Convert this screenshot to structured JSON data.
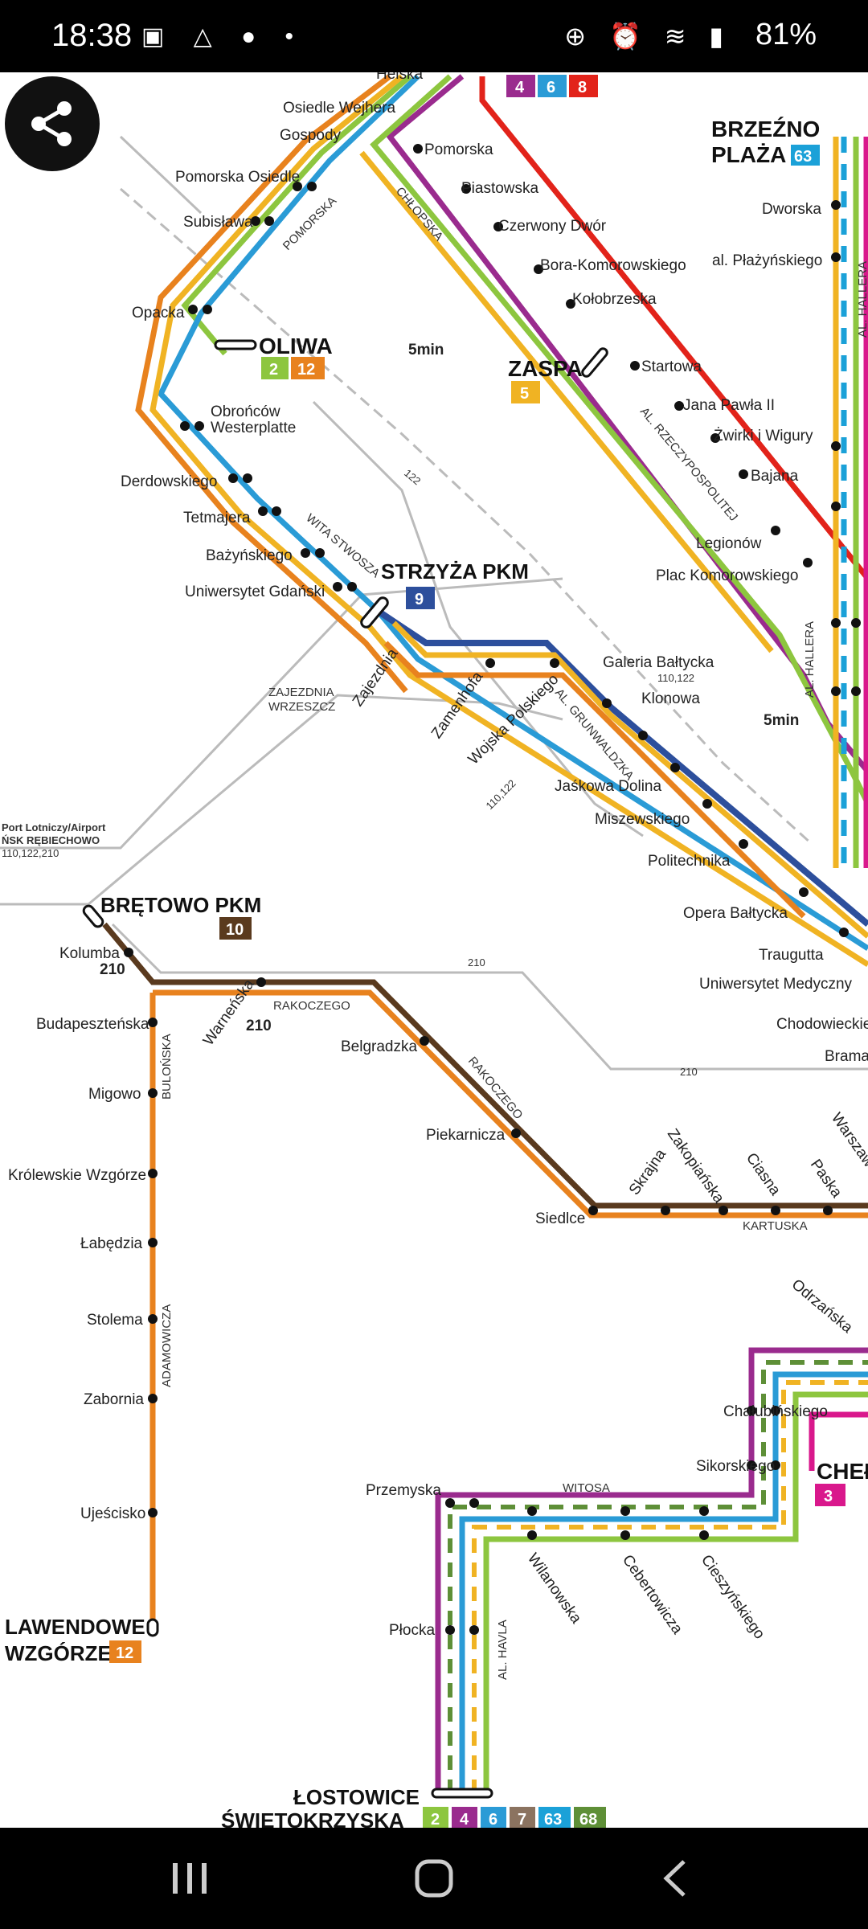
{
  "status_bar": {
    "time": "18:38",
    "battery": "81%"
  },
  "colors": {
    "c2": "#8dc63f",
    "c3": "#d9188c",
    "c4": "#9a2b8e",
    "c5": "#f0b323",
    "c6": "#2a9bd6",
    "c7": "#8b7360",
    "c8": "#e2231a",
    "c9": "#2d4f9c",
    "c10": "#5a3a1e",
    "c12": "#e8821e",
    "c63": "#1ba1d8",
    "c68": "#5e8f37",
    "grey": "#999999"
  },
  "hubs": {
    "oliwa": {
      "name": "OLIWA",
      "lines": [
        "2",
        "12"
      ],
      "transfer": "5min"
    },
    "zaspa": {
      "name": "ZASPA",
      "lines": [
        "5"
      ]
    },
    "strzyza": {
      "name": "STRZYŻA PKM",
      "lines": [
        "9"
      ]
    },
    "bretowo": {
      "name": "BRĘTOWO PKM",
      "lines": [
        "10"
      ]
    },
    "brzezno": {
      "line1": "BRZEŹNO",
      "line2": "PLAŻA",
      "lines": [
        "63"
      ]
    },
    "lawendowe": {
      "line1": "LAWENDOWE",
      "line2": "WZGÓRZE",
      "lines": [
        "12"
      ]
    },
    "lostowice": {
      "line1": "ŁOSTOWICE",
      "line2": "ŚWIĘTOKRZYSKA",
      "lines": [
        "2",
        "4",
        "6",
        "7",
        "63",
        "68"
      ]
    },
    "chelm": {
      "name": "CHEŁ",
      "lines": [
        "3"
      ]
    },
    "top_lines": [
      "4",
      "6",
      "8"
    ]
  },
  "stops": {
    "helska": "Helska",
    "osiedle_wejhera": "Osiedle Wejhera",
    "gospody": "Gospody",
    "pomorska_osiedle": "Pomorska Osiedle",
    "subislawa": "Subisława",
    "opacka": "Opacka",
    "obroncow1": "Obrońców",
    "obroncow2": "Westerplatte",
    "derdowskiego": "Derdowskiego",
    "tetmajera": "Tetmajera",
    "bazynskiego": "Bażyńskiego",
    "uniwersytet_gdanski": "Uniwersytet Gdański",
    "pomorska": "Pomorska",
    "piastowska": "Piastowska",
    "czerwony_dwor": "Czerwony Dwór",
    "bora": "Bora-Komorowskiego",
    "kolobrzeska": "Kołobrzeska",
    "startowa": "Startowa",
    "jana_pawla": "Jana Pawła II",
    "zwirki": "Żwirki i Wigury",
    "bajana": "Bajana",
    "legionow": "Legionów",
    "plac_komorowskiego": "Plac Komorowskiego",
    "dworska": "Dworska",
    "al_plazynskiego": "al. Płażyńskiego",
    "galeria": "Galeria Bałtycka",
    "galeria_bus": "110,122",
    "klonowa": "Klonowa",
    "zajezdnia": "Zajezdnia",
    "zamenhofa": "Zamenhofa",
    "wojska_polskiego": "Wojska Polskiego",
    "jaskowa": "Jaśkowa Dolina",
    "miszewskiego": "Miszewskiego",
    "politechnika": "Politechnika",
    "opera": "Opera Bałtycka",
    "opera_transfer": "5min",
    "traugutta": "Traugutta",
    "uniwersytet_medyczny": "Uniwersytet Medyczny",
    "chodowieckiego": "Chodowieckie",
    "brama": "Brama",
    "port_lotniczy": "Port Lotniczy/Airport",
    "rebiechowo": "ŃSK RĘBIECHOWO",
    "port_bus": "110,122,210",
    "kolumba": "Kolumba",
    "kolumba_bus": "210",
    "budapesztanska": "Budapeszteńska",
    "migowo": "Migowo",
    "krolewskie": "Królewskie Wzgórze",
    "labedzia": "Łabędzia",
    "stolema": "Stolema",
    "zabornia": "Zabornia",
    "ujescisko": "Ujeścisko",
    "warnenska": "Warneńska",
    "warnenska_bus": "210",
    "belgradzka": "Belgradzka",
    "piekarnicza": "Piekarnicza",
    "siedlce": "Siedlce",
    "skrajna": "Skrajna",
    "zakopianska": "Zakopiańska",
    "ciasna": "Ciasna",
    "paska": "Paska",
    "warszawska": "Warszaw",
    "odrzanska": "Odrzańska",
    "chalubinskiego": "Chałubińskiego",
    "sikorskiego": "Sikorskiego",
    "przemyska": "Przemyska",
    "plocka": "Płocka",
    "wilanowska": "Wilanowska",
    "cebertowicza": "Cebertowicza",
    "cieszynskiego": "Cieszyńskiego"
  },
  "streets": {
    "pomorska": "POMORSKA",
    "chlopska": "CHŁOPSKA",
    "rzeczypospolitej": "AL. RZECZYPOSPOLITEJ",
    "hallera": "AL. HALLERA",
    "wita_stwosza": "WITA STWOSZA",
    "zajezdnia_wrzeszcz1": "ZAJEZDNIA",
    "zajezdnia_wrzeszcz2": "WRZESZCZ",
    "grunwaldzka": "AL. GRUNWALDZKA",
    "rakoczego": "RAKOCZEGO",
    "bulonska": "BULOŃSKA",
    "adamowicza": "ADAMOWICZA",
    "kartuska": "KARTUSKA",
    "witosa": "WITOSA",
    "havla": "AL. HAVLA",
    "bus_122": "122",
    "bus_210": "210",
    "bus_110_122": "110,122"
  }
}
